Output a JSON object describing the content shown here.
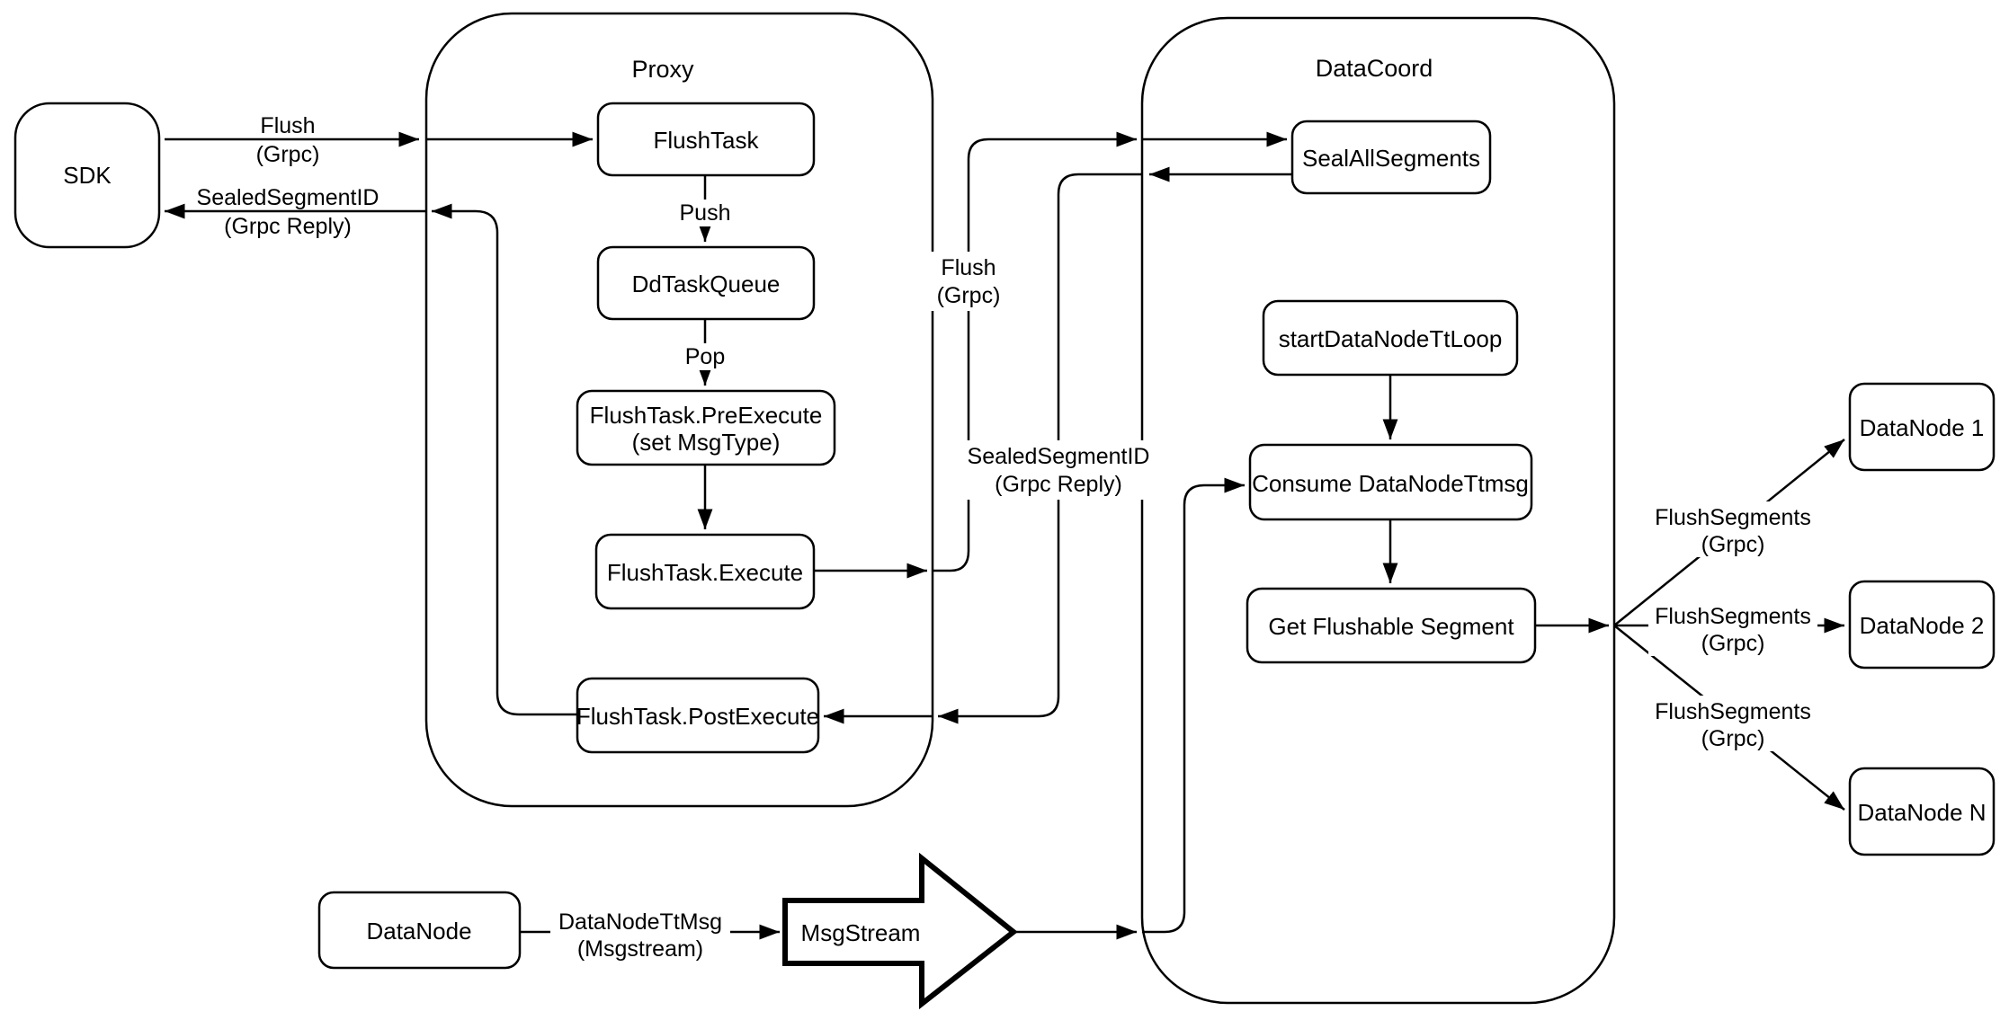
{
  "diagram": {
    "background": "#ffffff",
    "stroke_color": "#000000",
    "containers": {
      "proxy": "Proxy",
      "datacoord": "DataCoord"
    },
    "nodes": {
      "sdk": "SDK",
      "flush_task": "FlushTask",
      "dd_task_queue": "DdTaskQueue",
      "pre_execute": {
        "line1": "FlushTask.PreExecute",
        "line2": "(set MsgType)"
      },
      "execute": "FlushTask.Execute",
      "post_execute": "FlushTask.PostExecute",
      "seal_all_segments": "SealAllSegments",
      "start_data_node_tt_loop": "startDataNodeTtLoop",
      "consume_data_node_ttmsg": "Consume DataNodeTtmsg",
      "get_flushable_segment": "Get Flushable Segment",
      "data_node_1": "DataNode 1",
      "data_node_2": "DataNode 2",
      "data_node_n": "DataNode N",
      "data_node": "DataNode",
      "msg_stream": "MsgStream"
    },
    "edge_labels": {
      "sdk_flush": {
        "line1": "Flush",
        "line2": "(Grpc)"
      },
      "sdk_reply": {
        "line1": "SealedSegmentID",
        "line2": "(Grpc Reply)"
      },
      "push": "Push",
      "pop": "Pop",
      "proxy_flush": {
        "line1": "Flush",
        "line2": "(Grpc)"
      },
      "proxy_reply": {
        "line1": "SealedSegmentID",
        "line2": "(Grpc Reply)"
      },
      "flush_segments": {
        "line1": "FlushSegments",
        "line2": "(Grpc)"
      },
      "data_node_tt_msg": {
        "line1": "DataNodeTtMsg",
        "line2": "(Msgstream)"
      }
    }
  }
}
